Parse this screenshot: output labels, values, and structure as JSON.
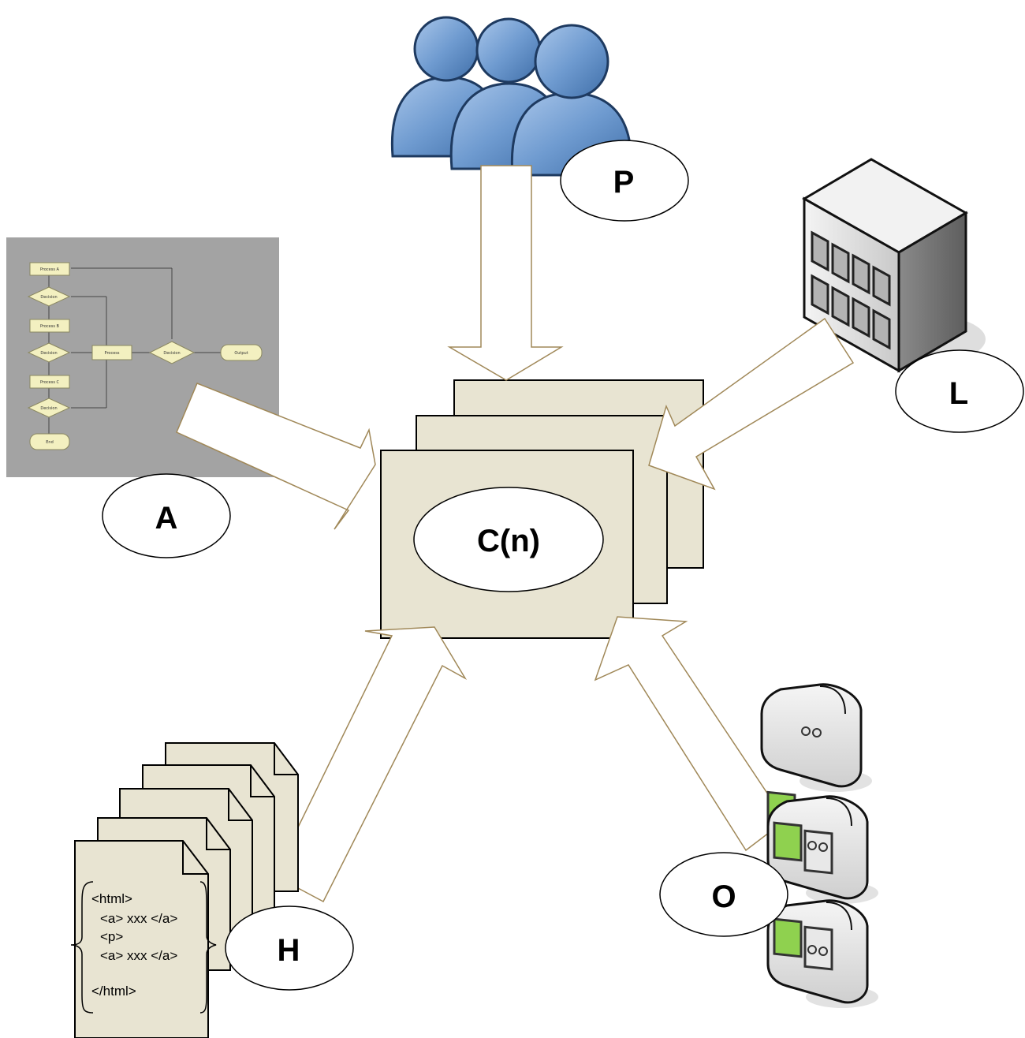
{
  "nodes": {
    "people": {
      "label": "P"
    },
    "legacy_system": {
      "label": "L"
    },
    "flowchart": {
      "label": "A"
    },
    "central_stack": {
      "label": "C(n)"
    },
    "html_documents": {
      "label": "H",
      "code_lines": [
        "<html>",
        "<a> xxx  </a>",
        "<p>",
        "<a> xxx  </a>",
        "</html>"
      ]
    },
    "devices": {
      "label": "O"
    }
  },
  "flowchart_thumbnail": {
    "box_labels": [
      "Process A",
      "Decision",
      "Process B",
      "Decision",
      "Process C",
      "Decision",
      "End",
      "Process",
      "Decision",
      "Output"
    ]
  },
  "colors": {
    "page_bg": "#ffffff",
    "paper": "#e8e4d2",
    "people_blue": "#6f9bd0",
    "building_gray": "#9a9a9a",
    "flowchart_bg": "#a3a3a3",
    "device_screen": "#8fd14f"
  }
}
